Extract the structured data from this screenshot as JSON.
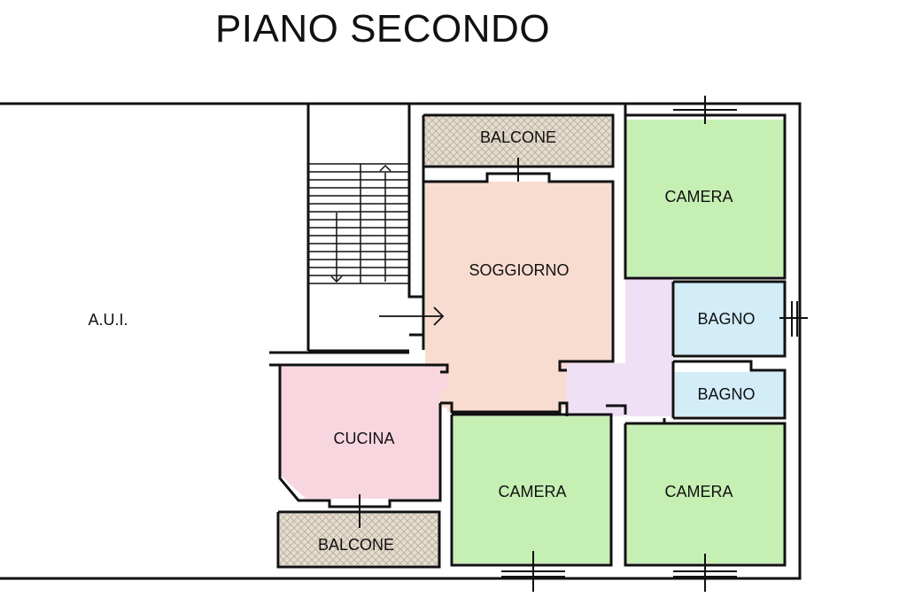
{
  "title": "PIANO SECONDO",
  "rooms": {
    "aui": "A.U.I.",
    "balcone_top": "BALCONE",
    "soggiorno": "SOGGIORNO",
    "camera_top_right": "CAMERA",
    "bagno_upper": "BAGNO",
    "bagno_lower": "BAGNO",
    "cucina": "CUCINA",
    "camera_bottom_mid": "CAMERA",
    "camera_bottom_right": "CAMERA",
    "balcone_bottom": "BALCONE"
  },
  "colors": {
    "wall": "#111111",
    "camera": "#c6efb4",
    "bagno": "#d2ecf8",
    "soggiorno": "#f9dcd0",
    "cucina": "#f8d6df",
    "disimpegno": "#f0e0f5",
    "balcone": "#e3dbcf"
  }
}
